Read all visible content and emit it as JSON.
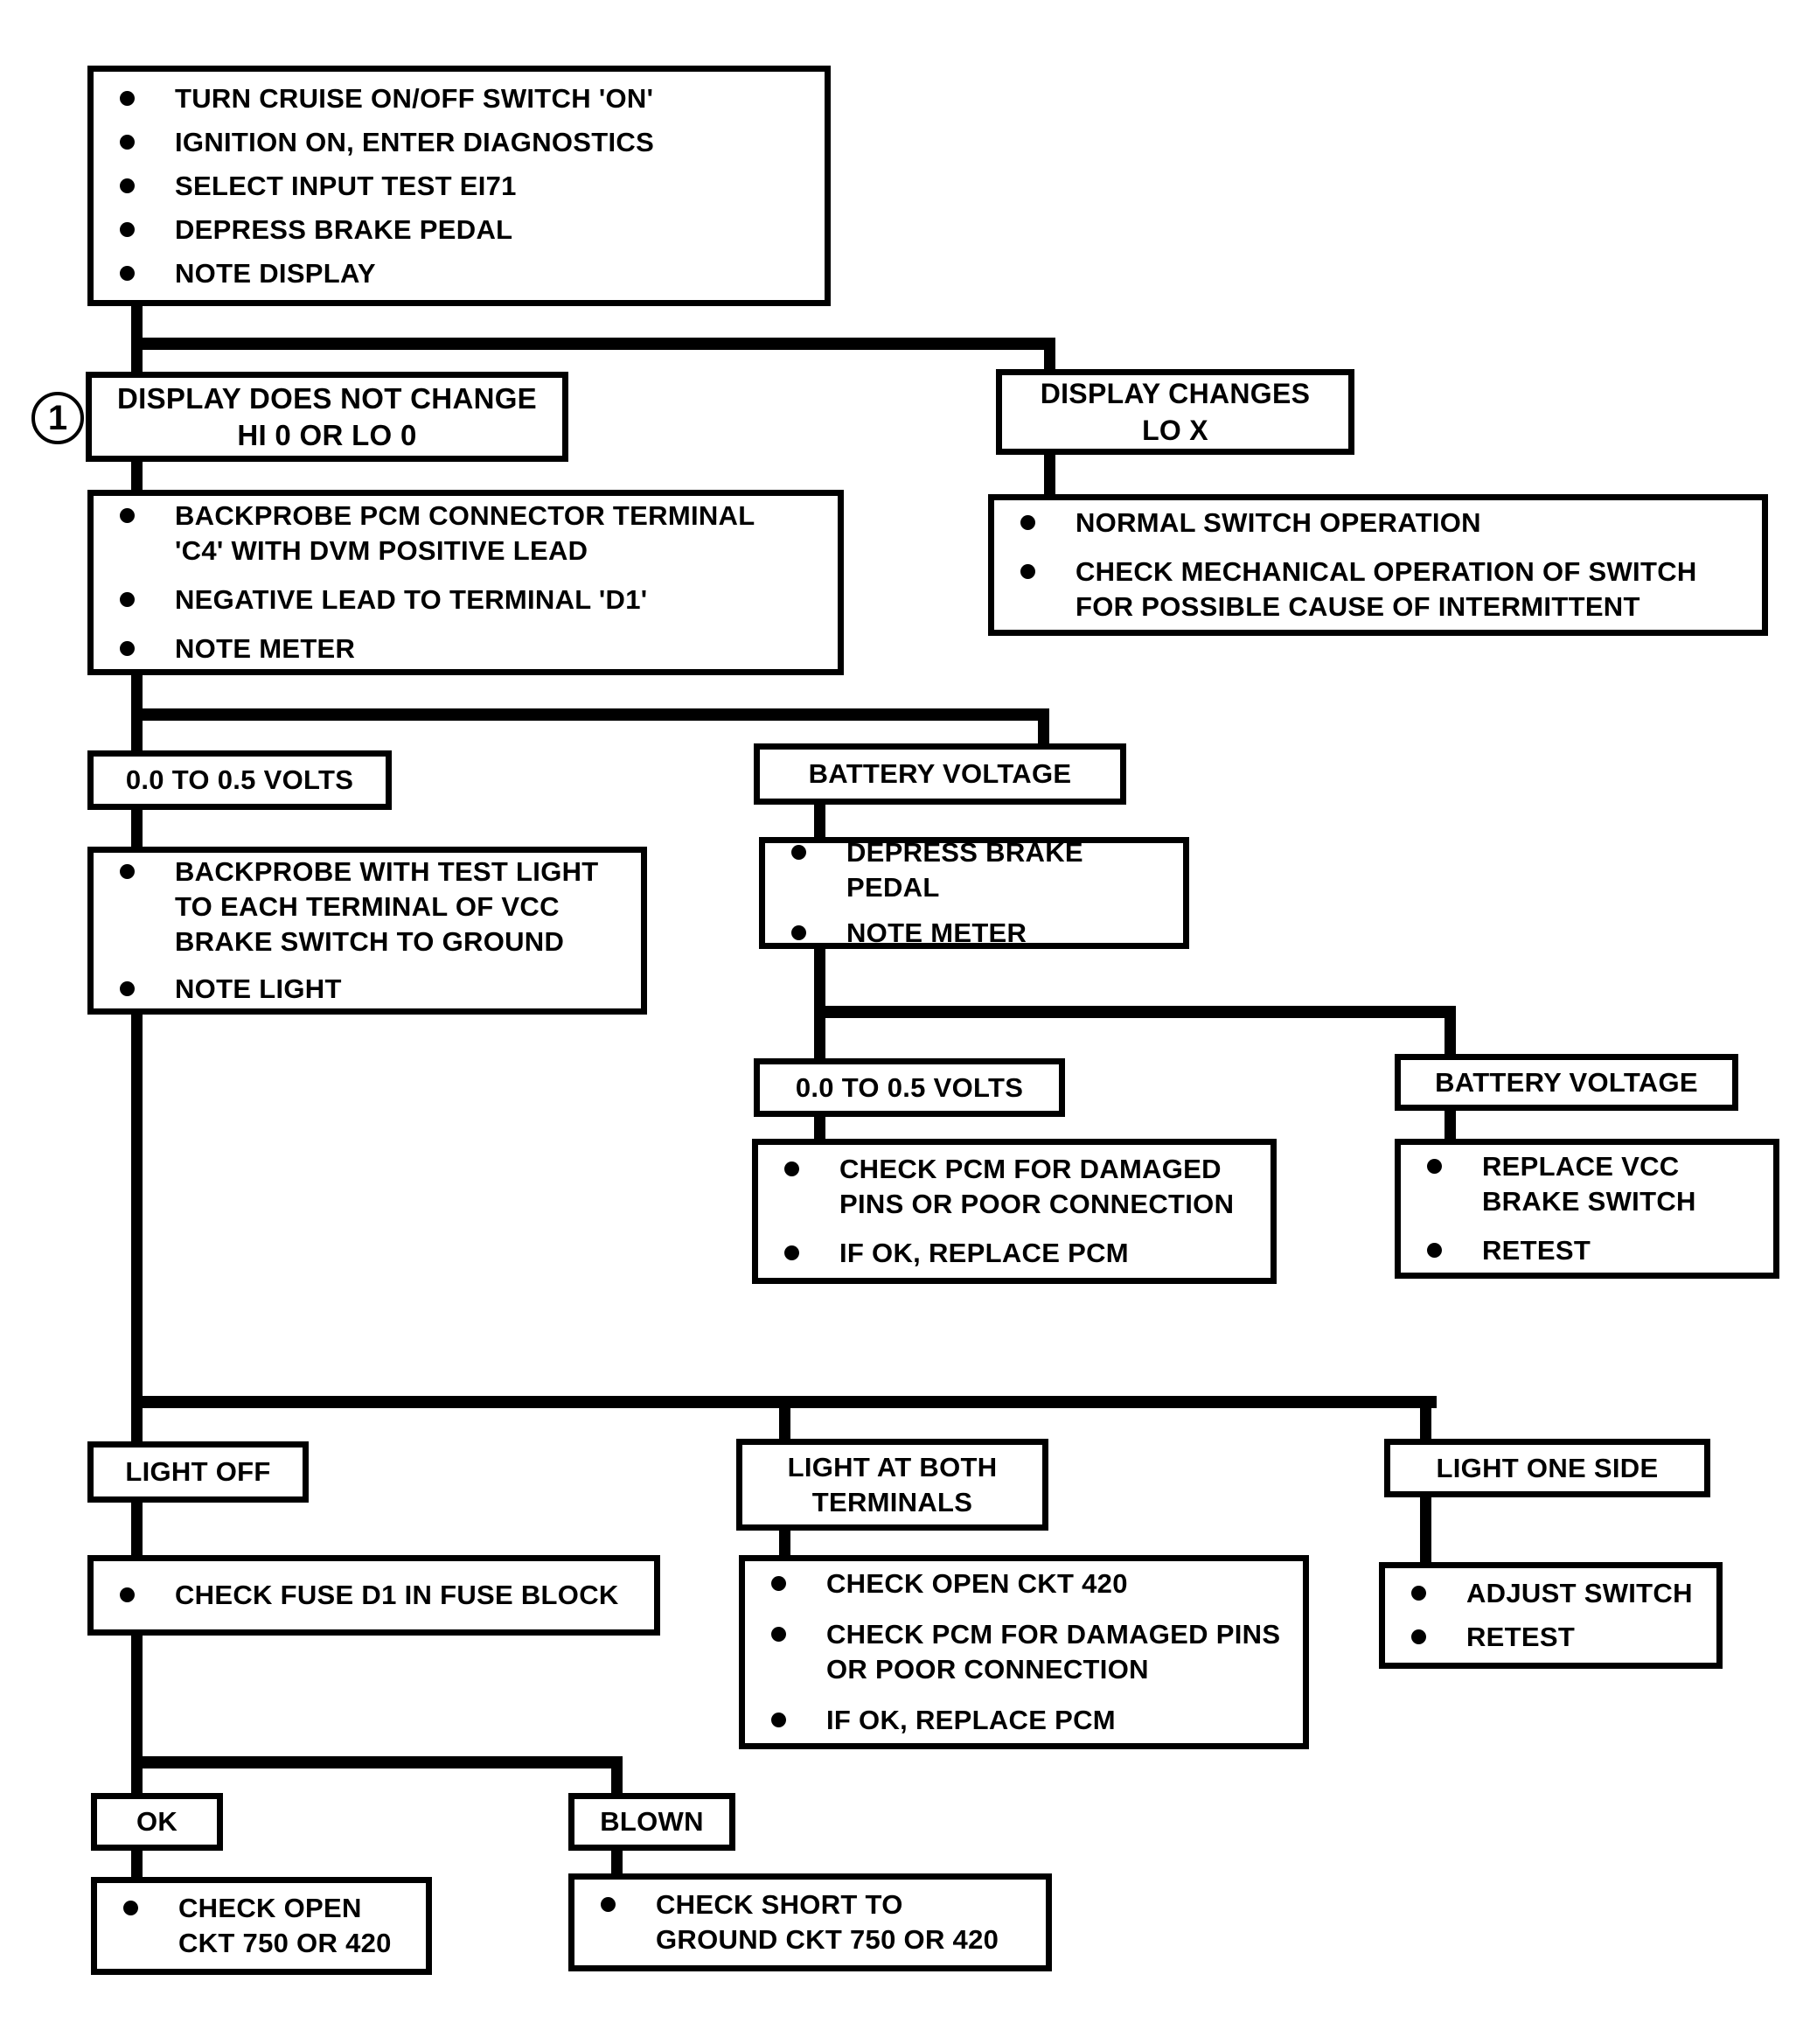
{
  "marker": "1",
  "nodes": {
    "instructions": {
      "bullets": [
        [
          "TURN CRUISE ON/OFF SWITCH 'ON'"
        ],
        [
          "IGNITION ON, ENTER DIAGNOSTICS"
        ],
        [
          "SELECT INPUT TEST EI71"
        ],
        [
          "DEPRESS BRAKE PEDAL"
        ],
        [
          "NOTE DISPLAY"
        ]
      ]
    },
    "displayNoChange": {
      "lines": [
        "DISPLAY DOES NOT CHANGE",
        "HI 0 OR LO 0"
      ]
    },
    "displayChanges": {
      "lines": [
        "DISPLAY CHANGES",
        "LO X"
      ]
    },
    "backprobePcm": {
      "bullets": [
        [
          "BACKPROBE PCM CONNECTOR TERMINAL",
          "'C4' WITH DVM POSITIVE LEAD"
        ],
        [
          "NEGATIVE LEAD TO TERMINAL 'D1'"
        ],
        [
          "NOTE METER"
        ]
      ]
    },
    "normalSwitch": {
      "bullets": [
        [
          "NORMAL SWITCH OPERATION"
        ],
        [
          "CHECK MECHANICAL OPERATION OF SWITCH",
          "FOR POSSIBLE CAUSE OF INTERMITTENT"
        ]
      ]
    },
    "volts1": {
      "lines": [
        "0.0 TO 0.5 VOLTS"
      ]
    },
    "battery1": {
      "lines": [
        "BATTERY VOLTAGE"
      ]
    },
    "backprobeTest": {
      "bullets": [
        [
          "BACKPROBE WITH TEST LIGHT",
          "TO EACH TERMINAL OF VCC",
          "BRAKE SWITCH TO GROUND"
        ],
        [
          "NOTE LIGHT"
        ]
      ]
    },
    "depressBrake": {
      "bullets": [
        [
          "DEPRESS BRAKE PEDAL"
        ],
        [
          "NOTE METER"
        ]
      ]
    },
    "volts2": {
      "lines": [
        "0.0 TO 0.5 VOLTS"
      ]
    },
    "battery2": {
      "lines": [
        "BATTERY VOLTAGE"
      ]
    },
    "checkPcm": {
      "bullets": [
        [
          "CHECK PCM FOR DAMAGED",
          "PINS OR POOR CONNECTION"
        ],
        [
          "IF OK, REPLACE PCM"
        ]
      ]
    },
    "replaceVcc": {
      "bullets": [
        [
          "REPLACE VCC",
          "BRAKE SWITCH"
        ],
        [
          "RETEST"
        ]
      ]
    },
    "lightOff": {
      "lines": [
        "LIGHT OFF"
      ]
    },
    "lightBoth": {
      "lines": [
        "LIGHT AT BOTH",
        "TERMINALS"
      ]
    },
    "lightOneSide": {
      "lines": [
        "LIGHT ONE SIDE"
      ]
    },
    "checkFuse": {
      "bullets": [
        [
          "CHECK FUSE D1 IN FUSE BLOCK"
        ]
      ]
    },
    "checkOpen420": {
      "bullets": [
        [
          "CHECK OPEN CKT 420"
        ],
        [
          "CHECK PCM FOR DAMAGED PINS",
          "OR POOR CONNECTION"
        ],
        [
          "IF OK, REPLACE PCM"
        ]
      ]
    },
    "adjustSwitch": {
      "bullets": [
        [
          "ADJUST SWITCH"
        ],
        [
          "RETEST"
        ]
      ]
    },
    "ok": {
      "lines": [
        "OK"
      ]
    },
    "blown": {
      "lines": [
        "BLOWN"
      ]
    },
    "checkOpen750": {
      "bullets": [
        [
          "CHECK OPEN",
          "CKT 750 OR 420"
        ]
      ]
    },
    "checkShort750": {
      "bullets": [
        [
          "CHECK SHORT TO",
          "GROUND CKT 750 OR 420"
        ]
      ]
    }
  },
  "edges": [
    [
      "instructions",
      "displayNoChange"
    ],
    [
      "instructions",
      "displayChanges"
    ],
    [
      "displayNoChange",
      "backprobePcm"
    ],
    [
      "displayChanges",
      "normalSwitch"
    ],
    [
      "backprobePcm",
      "volts1"
    ],
    [
      "backprobePcm",
      "battery1"
    ],
    [
      "volts1",
      "backprobeTest"
    ],
    [
      "battery1",
      "depressBrake"
    ],
    [
      "depressBrake",
      "volts2"
    ],
    [
      "depressBrake",
      "battery2"
    ],
    [
      "volts2",
      "checkPcm"
    ],
    [
      "battery2",
      "replaceVcc"
    ],
    [
      "backprobeTest",
      "lightOff"
    ],
    [
      "backprobeTest",
      "lightBoth"
    ],
    [
      "backprobeTest",
      "lightOneSide"
    ],
    [
      "lightOff",
      "checkFuse"
    ],
    [
      "lightBoth",
      "checkOpen420"
    ],
    [
      "lightOneSide",
      "adjustSwitch"
    ],
    [
      "checkFuse",
      "ok"
    ],
    [
      "checkFuse",
      "blown"
    ],
    [
      "ok",
      "checkOpen750"
    ],
    [
      "blown",
      "checkShort750"
    ]
  ]
}
